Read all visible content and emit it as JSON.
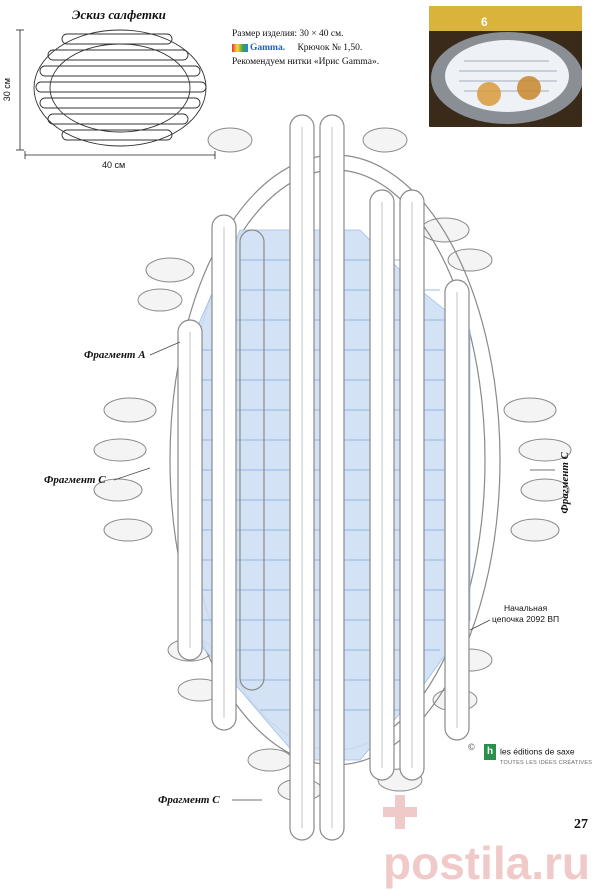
{
  "sketch": {
    "title": "Эскиз салфетки",
    "height_label": "30 см",
    "width_label": "40 см"
  },
  "info": {
    "size_line": "Размер изделия: 30 × 40 см.",
    "brand": "Gamma.",
    "hook": "Крючок № 1,50.",
    "yarn": "Рекомендуем нитки «Ирис Gamma»."
  },
  "diagram": {
    "fragment_a": "Фрагмент А",
    "fragment_c_left": "Фрагмент С",
    "fragment_c_right": "Фрагмент С",
    "fragment_c_bottom": "Фрагмент С",
    "chain_note_line1": "Начальная",
    "chain_note_line2": "цепочка 2092 ВП"
  },
  "footer": {
    "copyright": "©",
    "publisher": "les éditions de saxe",
    "publisher_tagline": "TOUTES LES IDÉES CRÉATIVES",
    "page_number": "27",
    "watermark": "postila.ru"
  },
  "colors": {
    "diagram_line": "#8a8a8a",
    "blue_stitches": "#8fb8e6",
    "brand": "#1f5fbf"
  }
}
